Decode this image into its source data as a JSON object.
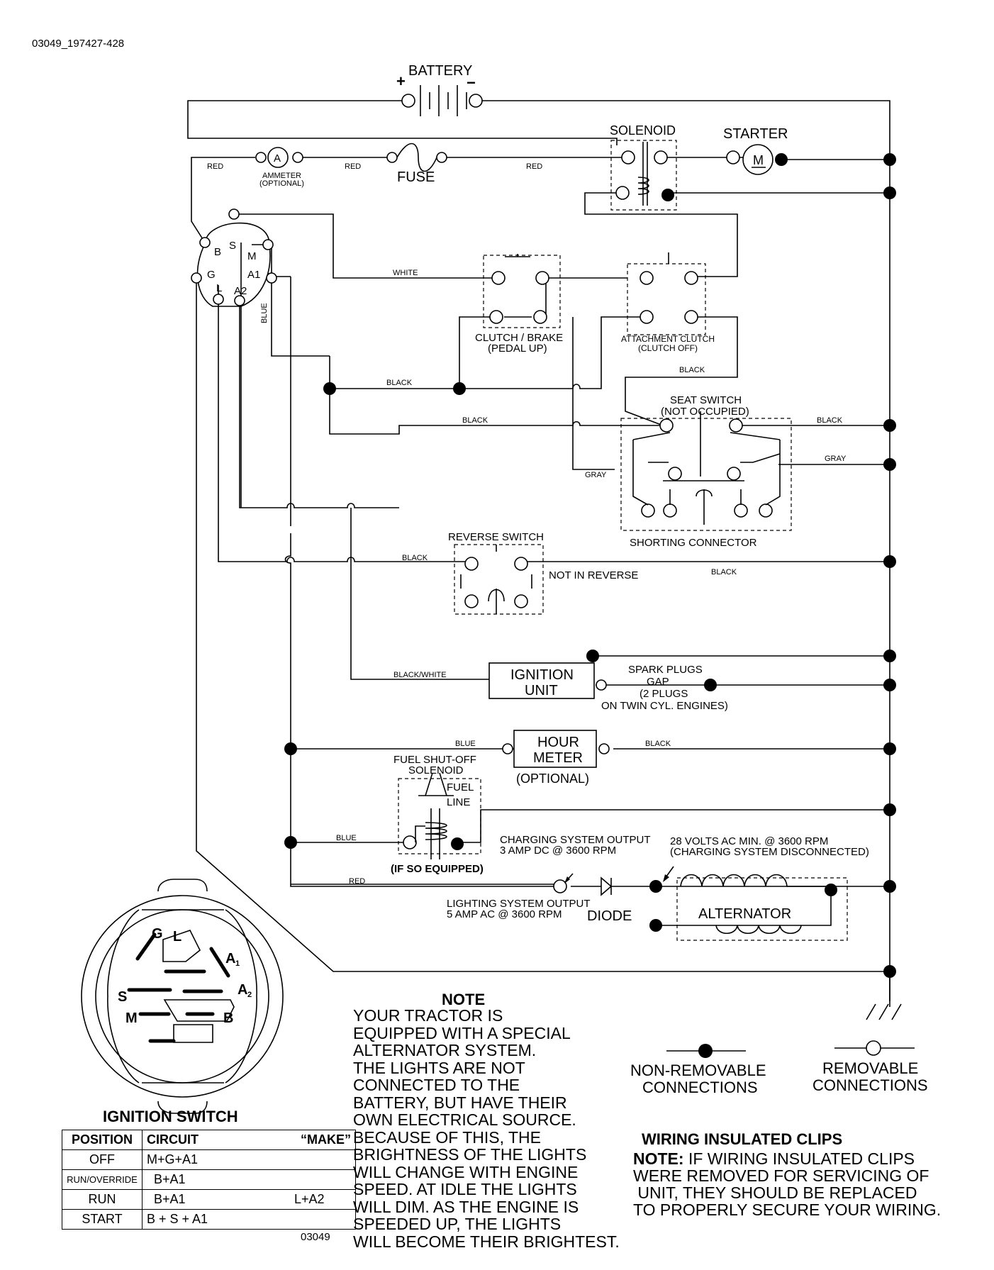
{
  "diagram_id": "03049_197427-428",
  "figure_code": "03049",
  "labels": {
    "battery": "BATTERY",
    "plus": "+",
    "minus": "−",
    "solenoid": "SOLENOID",
    "starter": "STARTER",
    "starter_m": "M",
    "ammeter_a": "A",
    "ammeter": "AMMETER",
    "ammeter_opt": "(OPTIONAL)",
    "fuse": "FUSE",
    "red": "RED",
    "white": "WHITE",
    "blue": "BLUE",
    "black": "BLACK",
    "gray": "GRAY",
    "black_white": "BLACK/WHITE",
    "clutch_brake": "CLUTCH / BRAKE",
    "pedal_up": "(PEDAL UP)",
    "attachment_clutch": "ATTACHMENT CLUTCH",
    "clutch_off": "(CLUTCH OFF)",
    "seat_switch": "SEAT SWITCH",
    "not_occupied": "(NOT OCCUPIED)",
    "shorting_connector": "SHORTING CONNECTOR",
    "reverse_switch": "REVERSE SWITCH",
    "not_in_reverse": "NOT IN REVERSE",
    "ignition_unit_1": "IGNITION",
    "ignition_unit_2": "UNIT",
    "spark_plugs_1": "SPARK PLUGS",
    "spark_plugs_2": "GAP",
    "spark_plugs_3": "(2 PLUGS",
    "spark_plugs_4": "ON TWIN CYL. ENGINES)",
    "hour_meter_1": "HOUR",
    "hour_meter_2": "METER",
    "hour_meter_opt": "(OPTIONAL)",
    "fuel_shutoff_1": "FUEL SHUT-OFF",
    "fuel_shutoff_2": "SOLENOID",
    "fuel_line_1": "FUEL",
    "fuel_line_2": "LINE",
    "if_so_equipped": "(IF SO EQUIPPED)",
    "charging_1": "CHARGING SYSTEM OUTPUT",
    "charging_2": "3 AMP DC @ 3600 RPM",
    "volts_1": "28 VOLTS AC MIN. @ 3600 RPM",
    "volts_2": "(CHARGING SYSTEM DISCONNECTED)",
    "lighting_1": "LIGHTING SYSTEM OUTPUT",
    "lighting_2": "5 AMP AC @ 3600 RPM",
    "diode": "DIODE",
    "alternator": "ALTERNATOR",
    "term_b": "B",
    "term_s": "S",
    "term_m": "M",
    "term_g": "G",
    "term_a1": "A1",
    "term_l": "L",
    "term_a2": "A2",
    "sw_g": "G",
    "sw_l": "L",
    "sw_a": "A",
    "sw_1": "1",
    "sw_s": "S",
    "sw_2": "2",
    "sw_m": "M",
    "sw_b": "B",
    "ignition_switch": "IGNITION SWITCH",
    "note_title": "NOTE",
    "non_removable_1": "NON-REMOVABLE",
    "non_removable_2": "CONNECTIONS",
    "removable_1": "REMOVABLE",
    "removable_2": "CONNECTIONS",
    "clips_title": "WIRING INSULATED CLIPS"
  },
  "note_lines": [
    "YOUR TRACTOR IS",
    "EQUIPPED WITH A SPECIAL",
    "ALTERNATOR SYSTEM.",
    "THE LIGHTS ARE NOT",
    "CONNECTED TO THE",
    "BATTERY, BUT HAVE THEIR",
    "OWN ELECTRICAL SOURCE.",
    "BECAUSE OF THIS, THE",
    "BRIGHTNESS OF THE LIGHTS",
    "WILL CHANGE WITH ENGINE",
    "SPEED.  AT IDLE THE LIGHTS",
    "WILL DIM.  AS THE ENGINE IS",
    "SPEEDED UP, THE LIGHTS",
    "WILL BECOME THEIR BRIGHTEST."
  ],
  "clips_note": {
    "bold_prefix": "NOTE:",
    "line1_rest": " IF WIRING INSULATED CLIPS",
    "line2": "WERE REMOVED FOR SERVICING OF",
    "line3": " UNIT, THEY SHOULD BE REPLACED",
    "line4": "TO PROPERLY SECURE YOUR WIRING."
  },
  "position_table": {
    "headers": [
      "POSITION",
      "CIRCUIT",
      "“MAKE”"
    ],
    "rows": [
      {
        "position": "OFF",
        "circuit": "M+G+A1",
        "make": ""
      },
      {
        "position": "RUN/OVERRIDE",
        "circuit": "  B+A1",
        "make": ""
      },
      {
        "position": "RUN",
        "circuit": "  B+A1",
        "make": "L+A2"
      },
      {
        "position": "START",
        "circuit": "B + S + A1",
        "make": ""
      }
    ]
  }
}
